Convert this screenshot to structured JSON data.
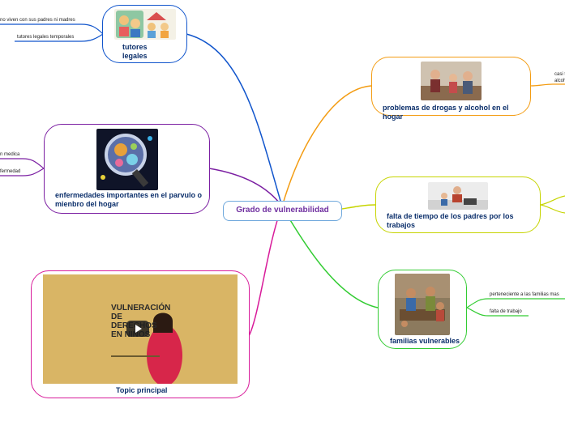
{
  "central_topic": "Grado de vulnerabilidad",
  "topics": {
    "tutores": {
      "label": "tutores\nlegales",
      "color": "#1155cc",
      "image": "children-cartoon-image"
    },
    "enfermedades": {
      "label": "enfermedades importantes en el parvulo o mienbro del hogar",
      "color": "#7b1fa2",
      "image": "virus-magnifier-image"
    },
    "topic_principal": {
      "label": "Topic principal",
      "color": "#d81b9a",
      "video_text": "VULNERACIÓN DE DERECHOS EN NIÑOS"
    },
    "drogas": {
      "label": "problemas de drogas y alcohol en el hogar",
      "color": "#f39c12",
      "image": "family-argument-image"
    },
    "falta_tiempo": {
      "label": "falta de tiempo de los padres por los trabajos",
      "color": "#c6d400",
      "image": "parent-laptop-image"
    },
    "familias": {
      "label": "familias vulnerables",
      "color": "#33cc33",
      "image": "poor-family-image"
    }
  },
  "leaves": {
    "no_viven": "no viven con sus padres ni madres",
    "tutores_temporales": "tutores legales temporales",
    "medica": "n medica",
    "enfermedad": "fermedad",
    "casi_1": "casi t",
    "casi_2": "alcoh",
    "perteneciente": "perteneciente a las familias mas",
    "falta_trabajo": "falta de trabajo"
  }
}
